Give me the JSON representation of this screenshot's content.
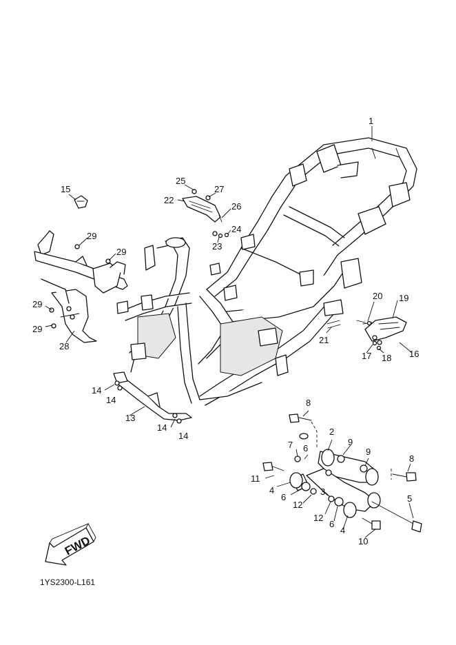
{
  "diagram": {
    "reference_code": "1YS2300-L161",
    "fwd_label": "FWD",
    "callouts": [
      "1",
      "2",
      "3",
      "4",
      "4",
      "5",
      "6",
      "6",
      "6",
      "7",
      "8",
      "8",
      "9",
      "9",
      "10",
      "11",
      "12",
      "12",
      "13",
      "14",
      "14",
      "14",
      "14",
      "15",
      "16",
      "17",
      "18",
      "19",
      "20",
      "21",
      "22",
      "23",
      "24",
      "25",
      "26",
      "27",
      "28",
      "29",
      "29",
      "29",
      "29"
    ]
  }
}
